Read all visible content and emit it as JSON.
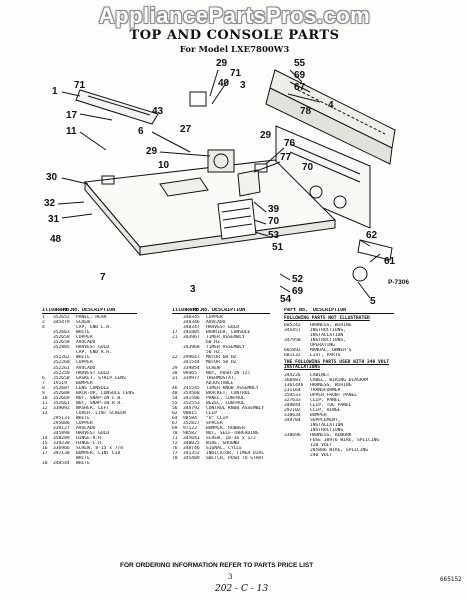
{
  "watermark": "AppliancePartsPros.com",
  "title": "TOP AND CONSOLE PARTS",
  "subtitle": "For Model LXE7800W3",
  "figure_code": "P-7306",
  "callouts": [
    "1",
    "71",
    "17",
    "11",
    "30",
    "32",
    "31",
    "29",
    "71",
    "3",
    "55",
    "69",
    "67",
    "6",
    "29",
    "76",
    "77",
    "4",
    "39",
    "70",
    "53",
    "43",
    "62",
    "61",
    "52",
    "40",
    "70",
    "10",
    "69",
    "54",
    "48",
    "7",
    "3",
    "5",
    "78",
    "27",
    "51",
    "29"
  ],
  "table_headers": {
    "illus": "Illus. No.",
    "part": "Part No.",
    "desc": "DESCRIPTION"
  },
  "col1": [
    [
      "1",
      "352652",
      "PANEL, REAR"
    ],
    [
      "2",
      "345479",
      "SCREW"
    ],
    [
      "4",
      "",
      "CAP, END L.H."
    ],
    [
      "",
      "352663",
      "WHITE"
    ],
    [
      "",
      "352659",
      "COPPER"
    ],
    [
      "",
      "352658",
      "AVOCADO"
    ],
    [
      "",
      "352885",
      "HARVEST GOLD"
    ],
    [
      "",
      "",
      "CAP, END R.H."
    ],
    [
      "",
      "352262",
      "WHITE"
    ],
    [
      "",
      "352260",
      "COPPER"
    ],
    [
      "",
      "352261",
      "AVOCADO"
    ],
    [
      "",
      "352259",
      "HARVEST GOLD"
    ],
    [
      "6",
      "352658",
      "GASKET, STRIP LENS"
    ],
    [
      "7",
      "19119",
      "BUMPER"
    ],
    [
      "8",
      "352687",
      "LENS CONSOLE"
    ],
    [
      "9",
      "352688",
      "BACK-UP, CONSOLE LENS (4)"
    ],
    [
      "10",
      "352669",
      "NUT, SNAP-IN L.H."
    ],
    [
      "11",
      "352661",
      "NUT, SNAP-IN R.H."
    ],
    [
      "12",
      "339092",
      "WASHER, LEFT"
    ],
    [
      "13",
      "",
      "COVER, LINT SCREEN"
    ],
    [
      "",
      "295131",
      "WHITE"
    ],
    [
      "",
      "295086",
      "COPPER"
    ],
    [
      "",
      "339127",
      "AVOCADO"
    ],
    [
      "",
      "345890",
      "HARVEST GOLD"
    ],
    [
      "14",
      "358289",
      "HINGE-R.H."
    ],
    [
      "15",
      "339230",
      "HINGE-L.H."
    ],
    [
      "16",
      "336966",
      "SCREW, 8-15 x 7/8"
    ],
    [
      "17",
      "397138",
      "BUMPER, LINT LID"
    ],
    [
      "",
      "",
      "WHITE"
    ],
    [
      "18",
      "348544",
      "WHITE"
    ]
  ],
  "col2": [
    [
      "",
      "348345",
      "COPPER"
    ],
    [
      "",
      "348346",
      "AVOCADO"
    ],
    [
      "",
      "348347",
      "HARVEST GOLD"
    ],
    [
      "17",
      "341805",
      "BARRIER, CONSOLE"
    ],
    [
      "21",
      "343967",
      "TIMER ASSEMBLY"
    ],
    [
      "",
      "",
      "60 HZ."
    ],
    [
      "",
      "343968",
      "TIMER ASSEMBLY"
    ],
    [
      "",
      "",
      "50 HZ."
    ],
    [
      "22",
      "299647",
      "MOTOR 60 HZ"
    ],
    [
      "",
      "341544",
      "MOTOR 50 HZ"
    ],
    [
      "29",
      "339854",
      "SCREW"
    ],
    [
      "30",
      "99465",
      "NUT, PUSH-IN (2)"
    ],
    [
      "31",
      "339977",
      "THERMOSTAT,"
    ],
    [
      "",
      "",
      "ADJUSTABLE"
    ],
    [
      "46",
      "345545",
      "TIMER KNOB ASSEMBLY"
    ],
    [
      "48",
      "354568",
      "BRACKET, CONTROL"
    ],
    [
      "54",
      "341506",
      "PANEL, CONTROL"
    ],
    [
      "55",
      "352553",
      "BEZEL, CONTROL"
    ],
    [
      "56",
      "344792",
      "CONTROL KNOB ASSEMBLY"
    ],
    [
      "62",
      "90815",
      "CLIP"
    ],
    [
      "64",
      "98584",
      "\"U\" CLIP"
    ],
    [
      "67",
      "352827",
      "SPACER"
    ],
    [
      "69",
      "97122",
      "BUMPER, RUBBER"
    ],
    [
      "70",
      "98582",
      "NUT, SELF-THREADING"
    ],
    [
      "71",
      "345641",
      "SCREW, 10-16 x 1/2"
    ],
    [
      "72",
      "340025",
      "WIRE, GROUND"
    ],
    [
      "76",
      "348746",
      "SIGNAL, CYCLE"
    ],
    [
      "77",
      "341352",
      "INDICATOR, TIMER DIAL"
    ],
    [
      "78",
      "345409",
      "SWITCH, PUSH TO START"
    ]
  ],
  "col4_note1": "FOLLOWING PARTS NOT ILLUSTRATED",
  "col4a": [
    [
      "685242",
      "HARNESS, WIRING"
    ],
    [
      "345457",
      "INSTRUCTIONS,"
    ],
    [
      "",
      "INSTALLATION"
    ],
    [
      "347958",
      "INSTRUCTIONS,"
    ],
    [
      "",
      "OPERATING"
    ],
    [
      "685892",
      "MANUAL, OWNER'S"
    ],
    [
      "681132",
      "LIST, PARTS"
    ]
  ],
  "col4_note2": "THE FOLLOWING PARTS USED WITH 240 VOLT INSTALLATIONS",
  "col4b": [
    [
      "344226",
      "CABINET"
    ],
    [
      "368483",
      "LABEL, WIRING DIAGRAM"
    ],
    [
      "1361446",
      "HARNESS, WIRING"
    ],
    [
      "231164",
      "TRANSFORMER"
    ],
    [
      "359533",
      "UPPER FRONT PANEL"
    ],
    [
      "327633",
      "CLIP, PANEL"
    ],
    [
      "349044",
      "CLIP, TOE PANEL"
    ],
    [
      "292102",
      "CLIP, HINGE"
    ],
    [
      "338634",
      "BUMPER"
    ],
    [
      "349704",
      "SUPPLEMENT,"
    ],
    [
      "",
      "INSTALLATION"
    ],
    [
      "",
      "INSTRUCTIONS"
    ],
    [
      "338696",
      "HARNESS, REWORK"
    ],
    [
      "",
      "FUSE  38976 WIRE, SPLICING"
    ],
    [
      "",
      "120 VOLT"
    ],
    [
      "",
      "285886 WIRE, SPLICING"
    ],
    [
      "",
      "240 VOLT"
    ]
  ],
  "footer": "FOR ORDERING INFORMATION REFER TO PARTS PRICE LIST",
  "page_no": "3",
  "ref_code": "665152",
  "handwriting": "202 - C - 13"
}
